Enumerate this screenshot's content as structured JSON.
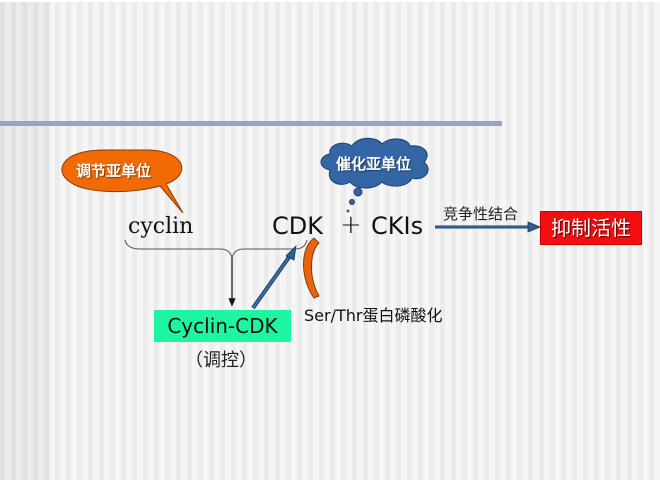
{
  "slide": {
    "callouts": {
      "regulatory_subunit": "调节亚单位",
      "catalytic_subunit": "催化亚单位"
    },
    "equation": {
      "cyclin": "cyclin",
      "cdk": "CDK",
      "plus": "+",
      "ckis": "CKIs"
    },
    "arrow_label": "竞争性结合",
    "result_box": "抑制活性",
    "complex_box": "Cyclin-CDK",
    "complex_note": "（调控）",
    "phosphorylation_label": "Ser/Thr蛋白磷酸化",
    "colors": {
      "callout_orange": "#f26a06",
      "cloud_blue": "#3465a4",
      "result_red": "#f20f0f",
      "complex_green": "#1df5a0",
      "arrow_blue": "#2e5f8f",
      "rule_blue": "#8ea8c6"
    }
  }
}
